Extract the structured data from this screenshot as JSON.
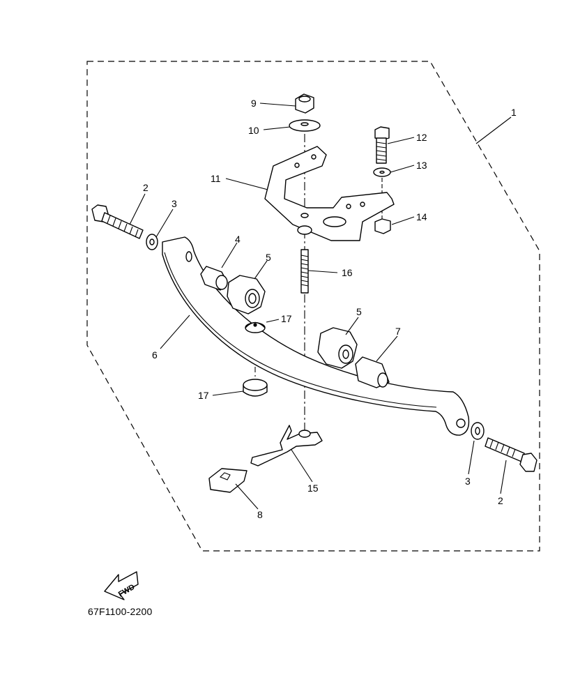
{
  "diagram_code": "67F1100-2200",
  "fwd_label": "FWD",
  "callouts": [
    {
      "id": "c1",
      "text": "1"
    },
    {
      "id": "c2a",
      "text": "2"
    },
    {
      "id": "c2b",
      "text": "2"
    },
    {
      "id": "c3a",
      "text": "3"
    },
    {
      "id": "c3b",
      "text": "3"
    },
    {
      "id": "c4",
      "text": "4"
    },
    {
      "id": "c5a",
      "text": "5"
    },
    {
      "id": "c5b",
      "text": "5"
    },
    {
      "id": "c6",
      "text": "6"
    },
    {
      "id": "c7",
      "text": "7"
    },
    {
      "id": "c8",
      "text": "8"
    },
    {
      "id": "c9",
      "text": "9"
    },
    {
      "id": "c10",
      "text": "10"
    },
    {
      "id": "c11",
      "text": "11"
    },
    {
      "id": "c12",
      "text": "12"
    },
    {
      "id": "c13",
      "text": "13"
    },
    {
      "id": "c14",
      "text": "14"
    },
    {
      "id": "c15",
      "text": "15"
    },
    {
      "id": "c16",
      "text": "16"
    },
    {
      "id": "c17a",
      "text": "17"
    },
    {
      "id": "c17b",
      "text": "17"
    }
  ]
}
